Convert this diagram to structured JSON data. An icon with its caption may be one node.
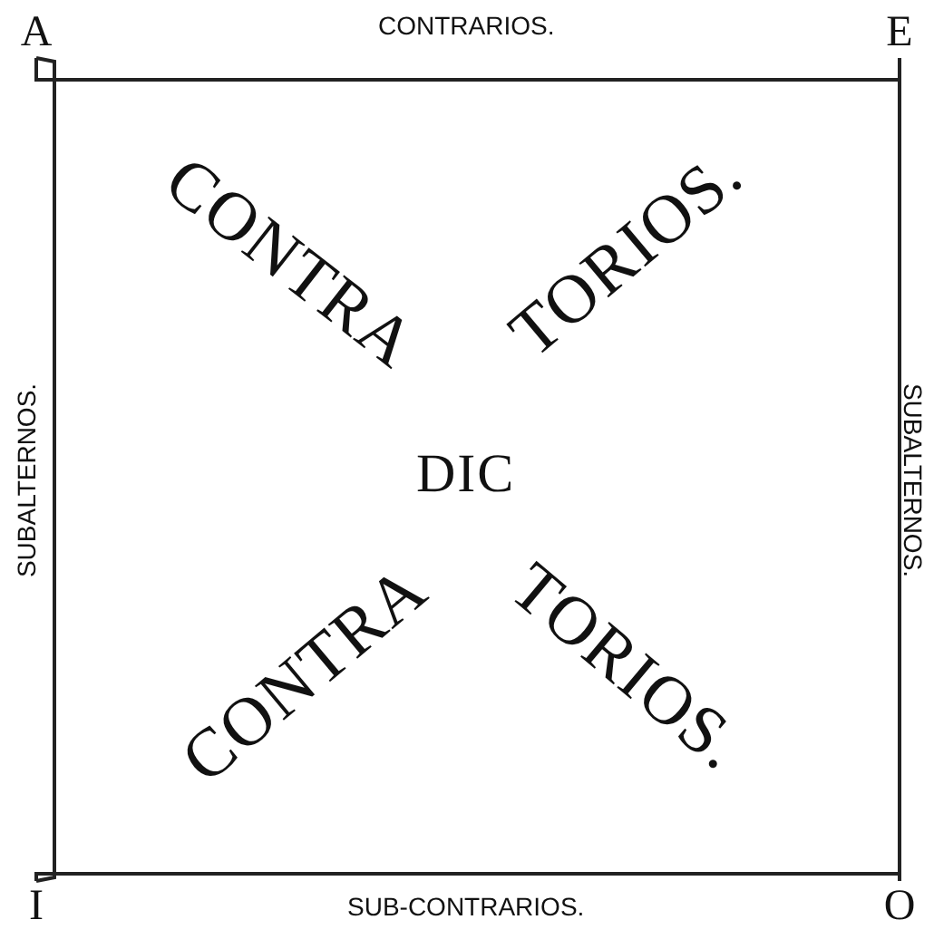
{
  "diagram": {
    "nodes": [
      {
        "text": [
          "A"
        ]
      },
      {
        "text": [
          "E"
        ]
      },
      {
        "text": [
          "I"
        ]
      },
      {
        "text": [
          "O"
        ]
      }
    ],
    "edges": [
      {
        "from": 0,
        "to": 1,
        "arrow": "none",
        "label": "CONTRARIOS."
      },
      {
        "from": 0,
        "to": 2,
        "arrow": "none",
        "label": "SUBALTERNOS."
      },
      {
        "from": 1,
        "to": 3,
        "arrow": "none",
        "label": "SUBALTERNOS."
      },
      {
        "from": 2,
        "to": 3,
        "arrow": "none",
        "label": "SUB-CONTRARIOS."
      }
    ],
    "labels": [
      "CONTRA",
      "TORIOS.",
      "DIC",
      "CONTRA",
      "TORIOS."
    ]
  }
}
